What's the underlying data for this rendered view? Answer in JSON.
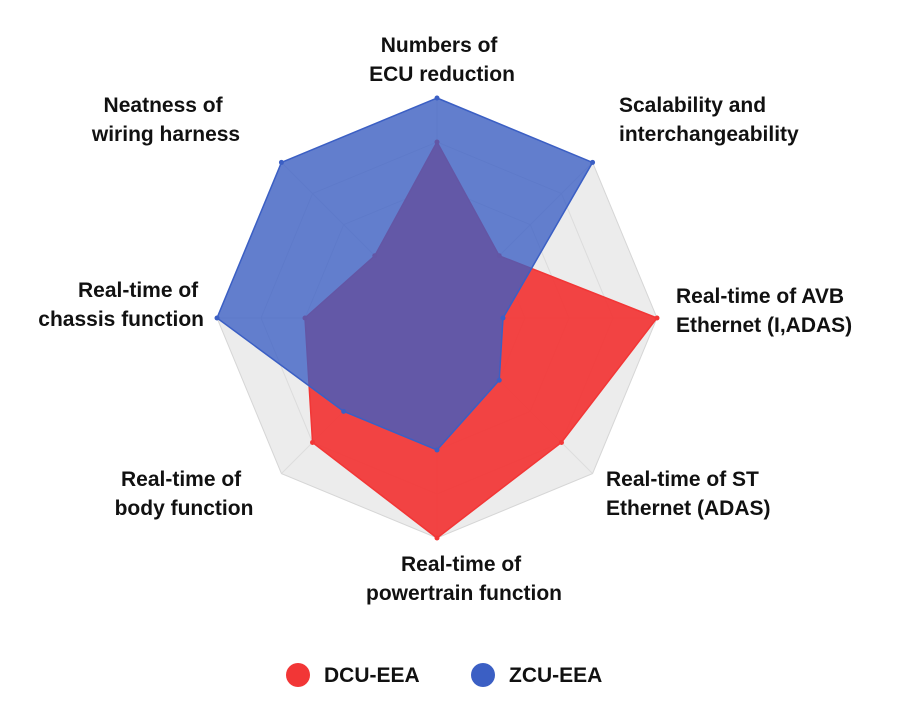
{
  "chart_data": {
    "type": "radar",
    "axes": [
      [
        "Numbers of",
        "ECU reduction"
      ],
      [
        "Scalability and",
        "interchangeability"
      ],
      [
        "Real-time of  AVB",
        "Ethernet (I,ADAS)"
      ],
      [
        "Real-time of  ST",
        "Ethernet (ADAS)"
      ],
      [
        "Real-time of",
        "powertrain function"
      ],
      [
        "Real-time of",
        "body function"
      ],
      [
        "Real-time of",
        "chassis function"
      ],
      [
        "Neatness of",
        "wiring harness"
      ]
    ],
    "rlim": [
      0,
      1
    ],
    "series": [
      {
        "name": "DCU-EEA",
        "color": "#f23636",
        "fill_opacity": 0.93,
        "values": [
          0.8,
          0.4,
          1.0,
          0.8,
          1.0,
          0.8,
          0.6,
          0.4
        ]
      },
      {
        "name": "ZCU-EEA",
        "color": "#3b5fc4",
        "fill_opacity": 0.78,
        "values": [
          1.0,
          1.0,
          0.3,
          0.4,
          0.6,
          0.6,
          1.0,
          1.0
        ]
      }
    ],
    "grid_levels": 5,
    "legend_position": "bottom"
  }
}
